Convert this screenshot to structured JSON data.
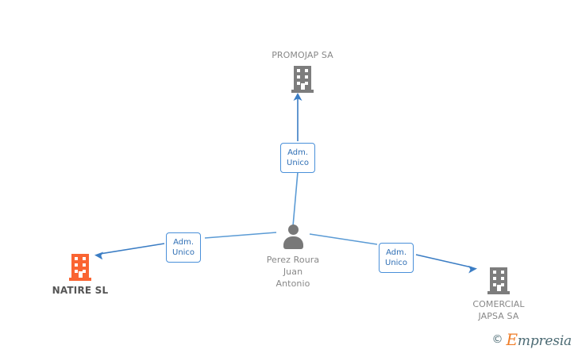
{
  "diagram": {
    "type": "org-relationship-graph",
    "background": "#ffffff",
    "accent_edge_color": "#4a90d9",
    "highlight_color": "#fa6432",
    "node_color": "#7d7d7d",
    "center": {
      "id": "person-center",
      "icon": "person-icon",
      "label": "Perez Roura\nJuan\nAntonio",
      "kind": "person"
    },
    "nodes": [
      {
        "id": "promojap-sa",
        "icon": "building-icon",
        "label": "PROMOJAP SA",
        "kind": "company",
        "highlighted": false,
        "position": "top"
      },
      {
        "id": "natire-sl",
        "icon": "building-icon",
        "label": "NATIRE SL",
        "kind": "company",
        "highlighted": true,
        "position": "left"
      },
      {
        "id": "comercial-japsa-sa",
        "icon": "building-icon",
        "label": "COMERCIAL\nJAPSA SA",
        "kind": "company",
        "highlighted": false,
        "position": "right"
      }
    ],
    "edges": [
      {
        "id": "edge-promojap",
        "from": "person-center",
        "to": "promojap-sa",
        "label": "Adm.\nUnico",
        "direction": "to-company"
      },
      {
        "id": "edge-natire",
        "from": "person-center",
        "to": "natire-sl",
        "label": "Adm.\nUnico",
        "direction": "to-company"
      },
      {
        "id": "edge-japsa",
        "from": "person-center",
        "to": "comercial-japsa-sa",
        "label": "Adm.\nUnico",
        "direction": "to-company"
      }
    ]
  },
  "watermark": {
    "copyright": "©",
    "brand_initial": "E",
    "brand_rest": "mpresia"
  }
}
